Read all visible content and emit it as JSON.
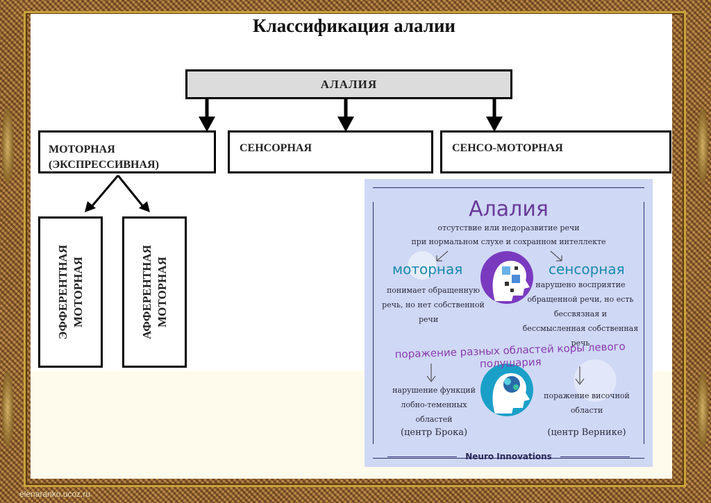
{
  "title": "Классификация алалии",
  "diagram": {
    "root": "АЛАЛИЯ",
    "motor": [
      "МОТОРНАЯ",
      "(ЭКСПРЕССИВНАЯ)"
    ],
    "sensory": "СЕНСОРНАЯ",
    "sensomotor": "СЕНСО-МОТОРНАЯ",
    "efferent": [
      "ЭФФЕРЕНТНАЯ",
      "МОТОРНАЯ"
    ],
    "afferent": [
      "АФФЕРЕНТНАЯ",
      "МОТОРНАЯ"
    ]
  },
  "poster": {
    "title": "Алалия",
    "subtitle_line1": "отсутствие или недоразвитие речи",
    "subtitle_line2": "при нормальном слухе и сохранном интеллекте",
    "motor_title": "моторная",
    "motor_desc": [
      "понимает обращенную",
      "речь, но нет собственной",
      "речи"
    ],
    "sensory_title": "сенсорная",
    "sensory_desc": [
      "нарушено восприятие",
      "обращенной речи, но есть",
      "бессвязная и",
      "бессмысленная собственная речь"
    ],
    "lesion": "поражение разных областей коры левого полушария",
    "left_desc": [
      "нарушение функций",
      "лобно-теменных",
      "областей"
    ],
    "left_center": "(центр Брока)",
    "right_desc": [
      "поражение височной",
      "области"
    ],
    "right_center": "(центр Вернике)",
    "footer": "Neuro Innovations",
    "colors": {
      "title": "#6a3a9a",
      "heading": "#1a8ab0",
      "lesion": "#8a3ab0",
      "icon1": "#7a3ac0",
      "icon2": "#1aa0c8"
    }
  },
  "watermark": "elenaranko.ucoz.ru"
}
